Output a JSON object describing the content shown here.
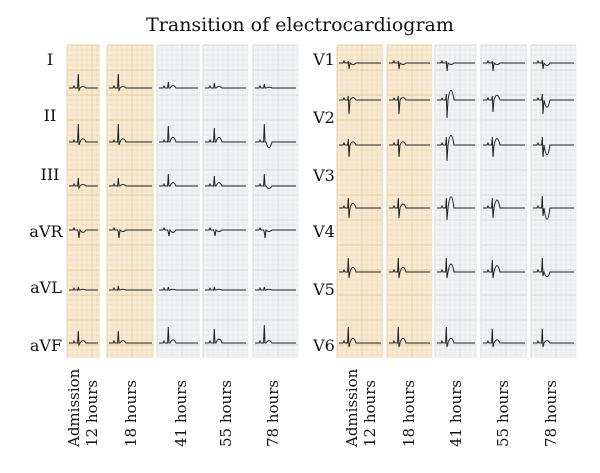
{
  "title": "Transition of electrocardiogram",
  "limb_leads": [
    "I",
    "II",
    "III",
    "aVR",
    "aVL",
    "aVF"
  ],
  "chest_leads": [
    "V1",
    "V2",
    "V3",
    "V4",
    "V5",
    "V6"
  ],
  "timepoints": [
    {
      "line1": "Admission",
      "line2": "12 hours",
      "paper": "warm"
    },
    {
      "line1": "18 hours",
      "line2": "",
      "paper": "warm"
    },
    {
      "line1": "41 hours",
      "line2": "",
      "paper": "cool"
    },
    {
      "line1": "55 hours",
      "line2": "",
      "paper": "cool"
    },
    {
      "line1": "78 hours",
      "line2": "",
      "paper": "cool"
    }
  ],
  "colors": {
    "warm_paper": "#f6ead2",
    "warm_grid": "#e8caa0",
    "cool_paper": "#f2f3f4",
    "cool_grid": "#d6d9de",
    "trace": "#222222"
  }
}
